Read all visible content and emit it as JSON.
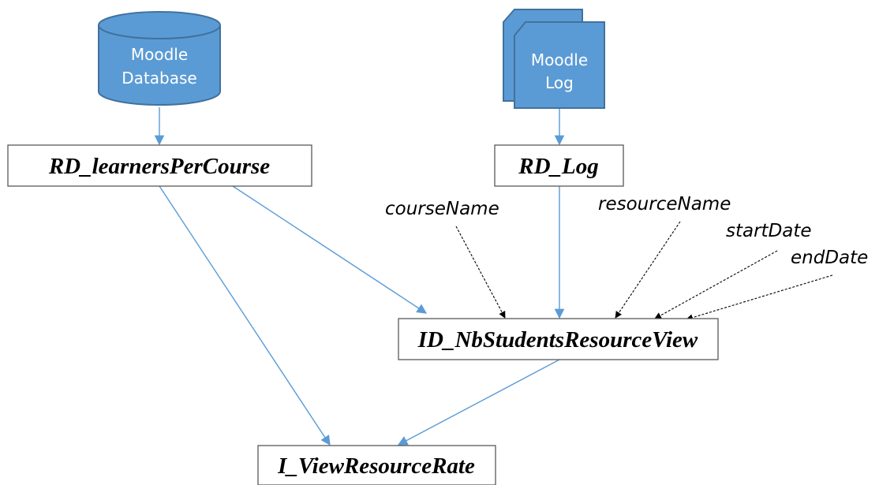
{
  "sources": {
    "database": {
      "line1": "Moodle",
      "line2": "Database"
    },
    "log": {
      "line1": "Moodle",
      "line2": "Log"
    }
  },
  "nodes": {
    "rd_learners": "RD_learnersPerCourse",
    "rd_log": "RD_Log",
    "id_nbstudents": "ID_NbStudentsResourceView",
    "i_viewrate": "I_ViewResourceRate"
  },
  "params": {
    "course_name": "courseName",
    "resource_name": "resourceName",
    "start_date": "startDate",
    "end_date": "endDate"
  },
  "colors": {
    "source_fill": "#5b9bd5",
    "source_stroke": "#41719c",
    "flow_arrow": "#5b9bd5",
    "param_arrow": "#000000",
    "box_stroke": "#595959"
  }
}
